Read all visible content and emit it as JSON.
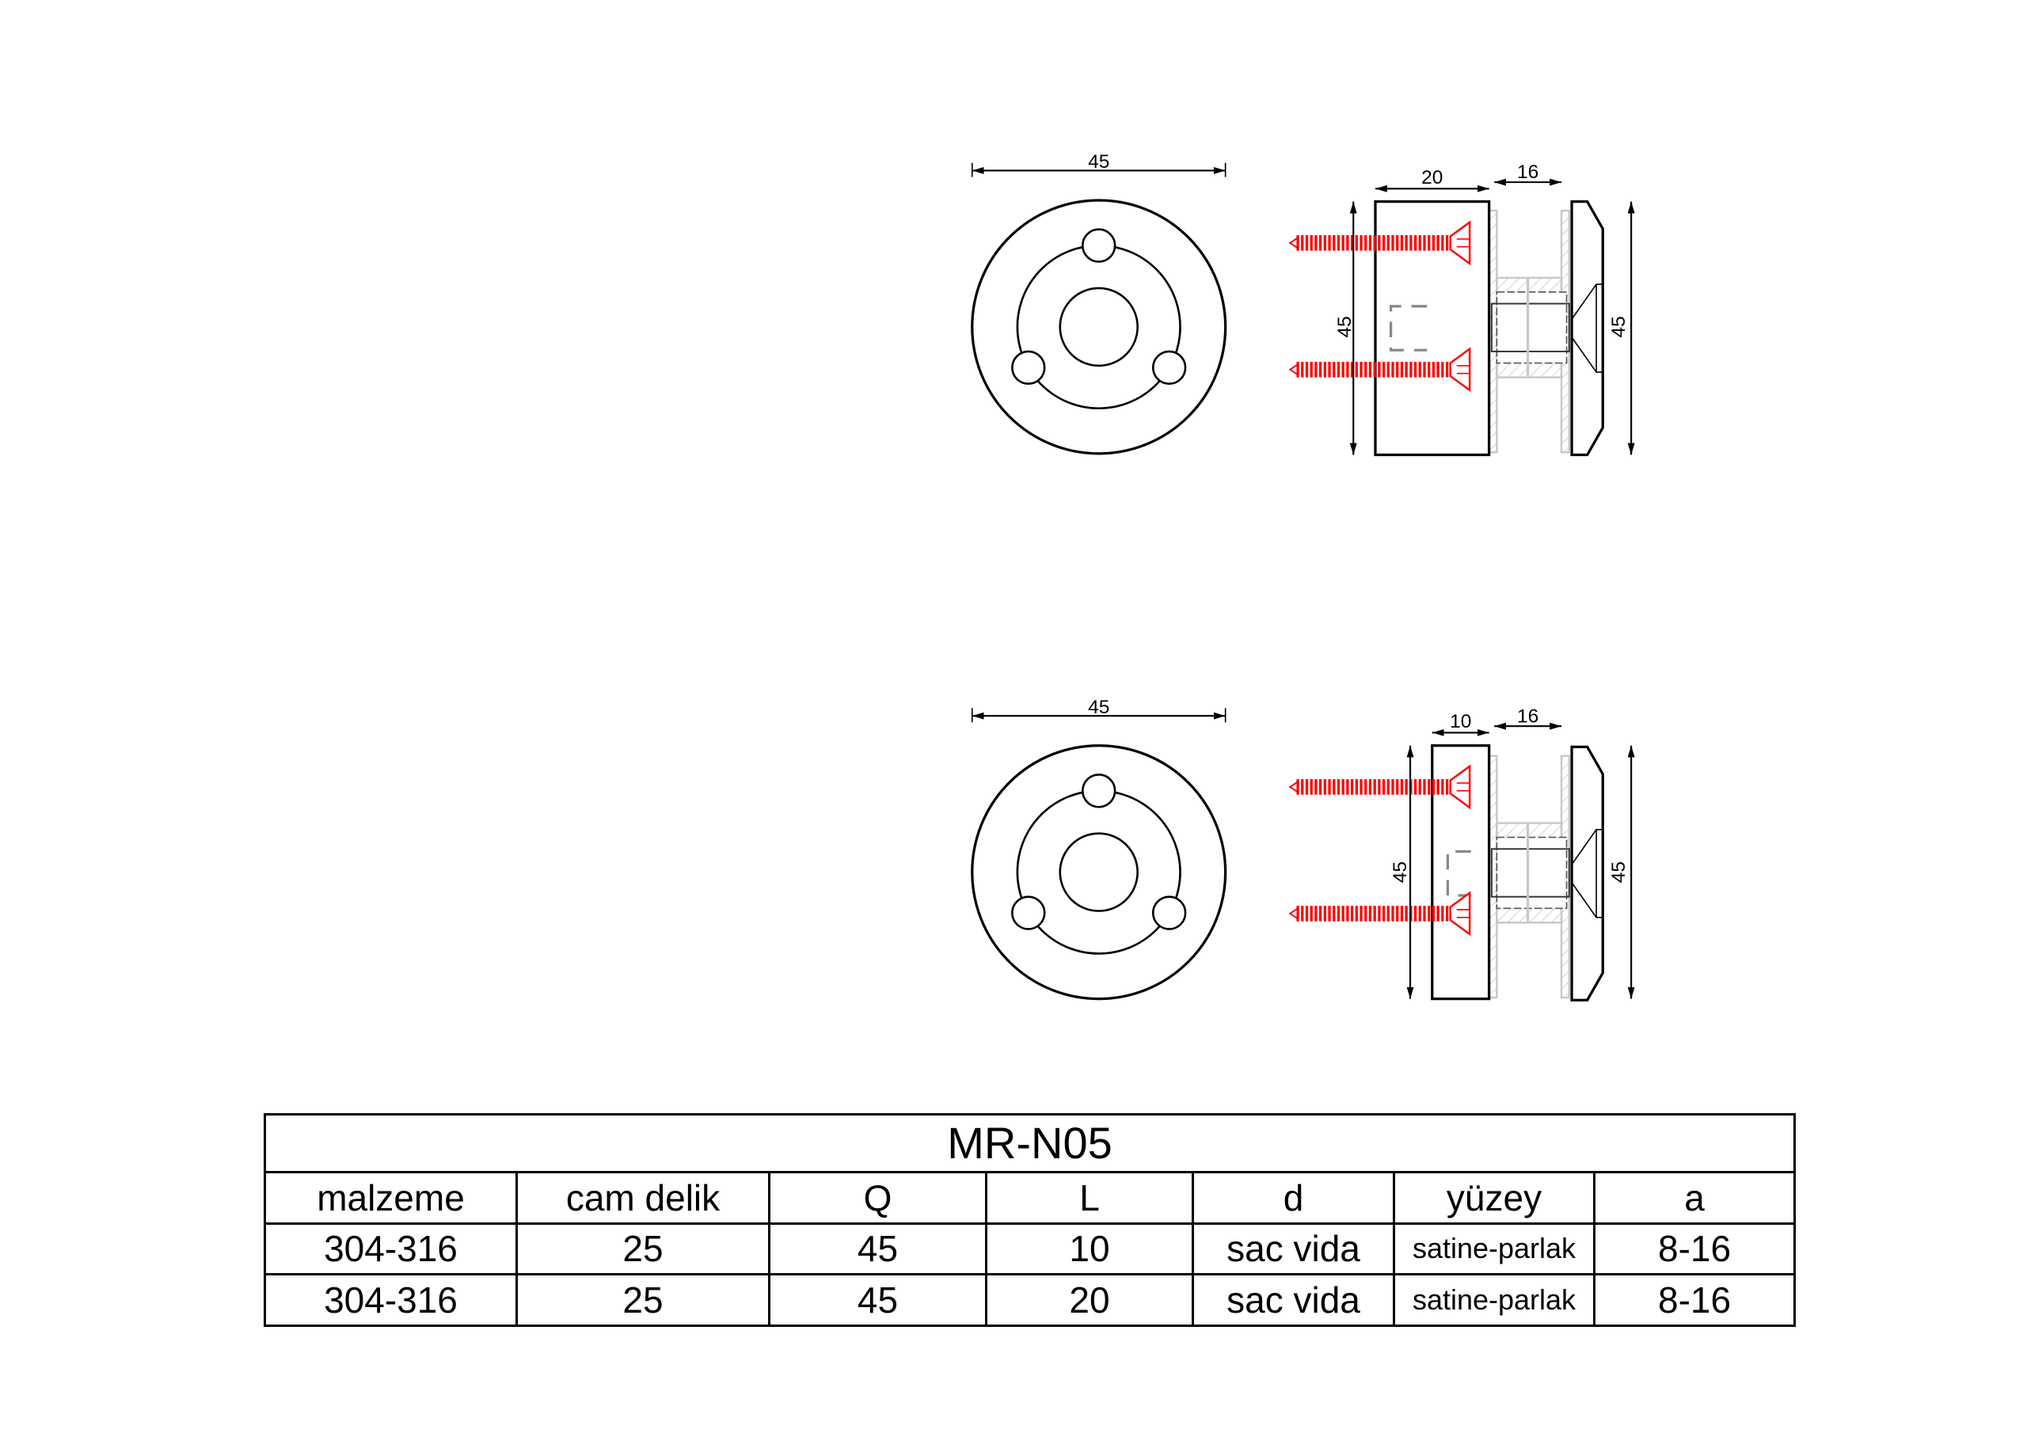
{
  "drawings": [
    {
      "dims": {
        "front_width": "45",
        "body_length": "20",
        "spacer": "16",
        "height_left": "45",
        "height_right": "45"
      }
    },
    {
      "dims": {
        "front_width": "45",
        "body_length": "10",
        "spacer": "16",
        "height_left": "45",
        "height_right": "45"
      }
    }
  ],
  "colors": {
    "screw": "#ff0000",
    "line": "#000000",
    "spacer": "#c8c8c8"
  },
  "table": {
    "title": "MR-N05",
    "headers": [
      "malzeme",
      "cam delik",
      "Q",
      "L",
      "d",
      "yüzey",
      "a"
    ],
    "rows": [
      [
        "304-316",
        "25",
        "45",
        "10",
        "sac vida",
        "satine-parlak",
        "8-16"
      ],
      [
        "304-316",
        "25",
        "45",
        "20",
        "sac vida",
        "satine-parlak",
        "8-16"
      ]
    ]
  }
}
